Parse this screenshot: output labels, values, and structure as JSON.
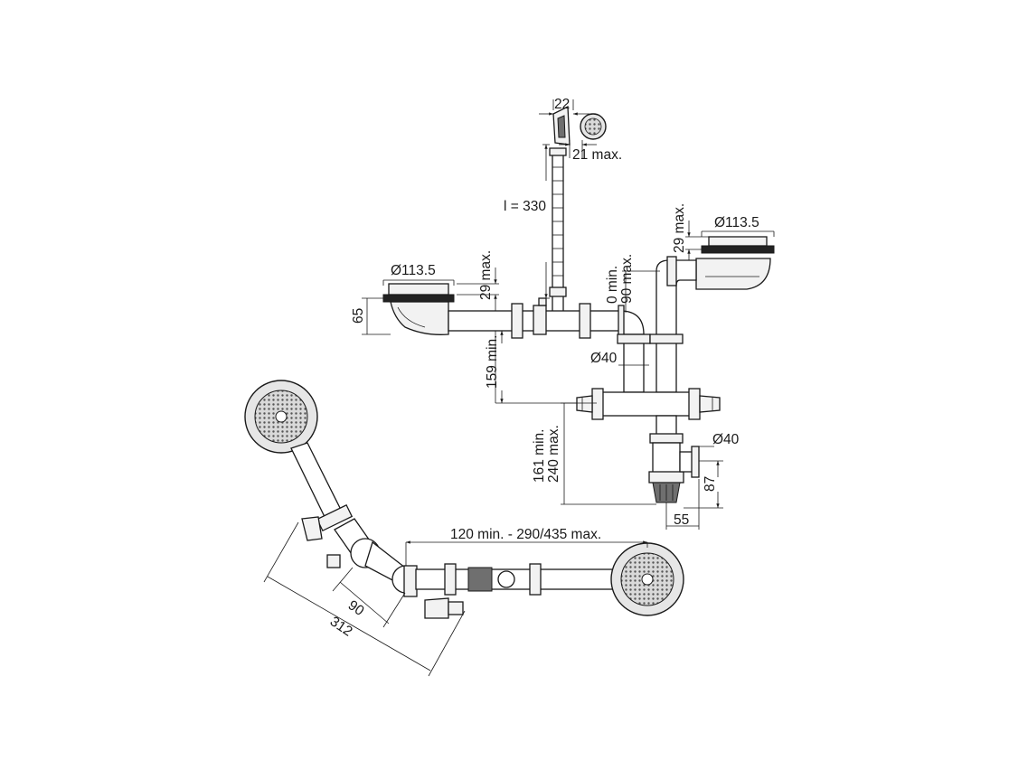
{
  "diagram": {
    "labels": {
      "overflow_head_width": "22",
      "overflow_head_max": "21 max.",
      "overflow_hose_length": "l = 330",
      "left_bowl_diameter": "Ø113.5",
      "left_bowl_29max": "29 max.",
      "left_bowl_height": "65",
      "right_bowl_diameter": "Ø113.5",
      "right_bowl_29max": "29 max.",
      "connector_min": "0 min.",
      "connector_max": "90 max.",
      "pipe_diameter": "Ø40",
      "drop_159": "159 min.",
      "trap_161": "161 min.",
      "trap_240": "240 max.",
      "outlet_diameter": "Ø40",
      "outlet_87": "87",
      "outlet_55": "55",
      "span": "120 min. - 290/435 max.",
      "angle_90": "90",
      "angle_312": "312"
    }
  }
}
